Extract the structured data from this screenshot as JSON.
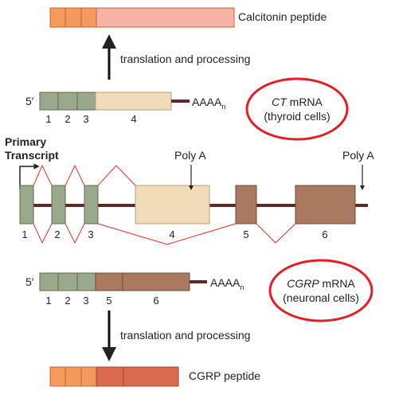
{
  "calcitonin_peptide": {
    "label": "Calcitonin peptide"
  },
  "top_arrow": {
    "label": "translation and processing"
  },
  "ct_mrna": {
    "five_prime": "5′",
    "polya": "AAAA",
    "polya_sub": "n",
    "exon_numbers": [
      "1",
      "2",
      "3",
      "4"
    ],
    "name_italic": "CT",
    "name_rest": " mRNA",
    "cell_type": "(thyroid cells)"
  },
  "primary_transcript": {
    "label_line1": "Primary",
    "label_line2": "Transcript",
    "polya_site_1": "Poly A",
    "polya_site_2": "Poly A",
    "exon_numbers": [
      "1",
      "2",
      "3",
      "4",
      "5",
      "6"
    ]
  },
  "cgrp_mrna": {
    "five_prime": "5′",
    "polya": "AAAA",
    "polya_sub": "n",
    "exon_numbers": [
      "1",
      "2",
      "3",
      "5",
      "6"
    ],
    "name_italic": "CGRP",
    "name_rest": " mRNA",
    "cell_type": "(neuronal cells)"
  },
  "bottom_arrow": {
    "label": "translation and processing"
  },
  "cgrp_peptide": {
    "label": "CGRP peptide"
  },
  "colors": {
    "peptide_orange": "#f39a5c",
    "calcitonin_pink": "#f7b3a8",
    "cgrp_red": "#d96c4e",
    "exon_green": "#9aa88c",
    "exon4_tan": "#f0dcb8",
    "exon56_brown": "#a97a60",
    "intron_line": "#5b2a2a",
    "splice_red": "#e0312b",
    "oval_red": "#e41e26"
  }
}
